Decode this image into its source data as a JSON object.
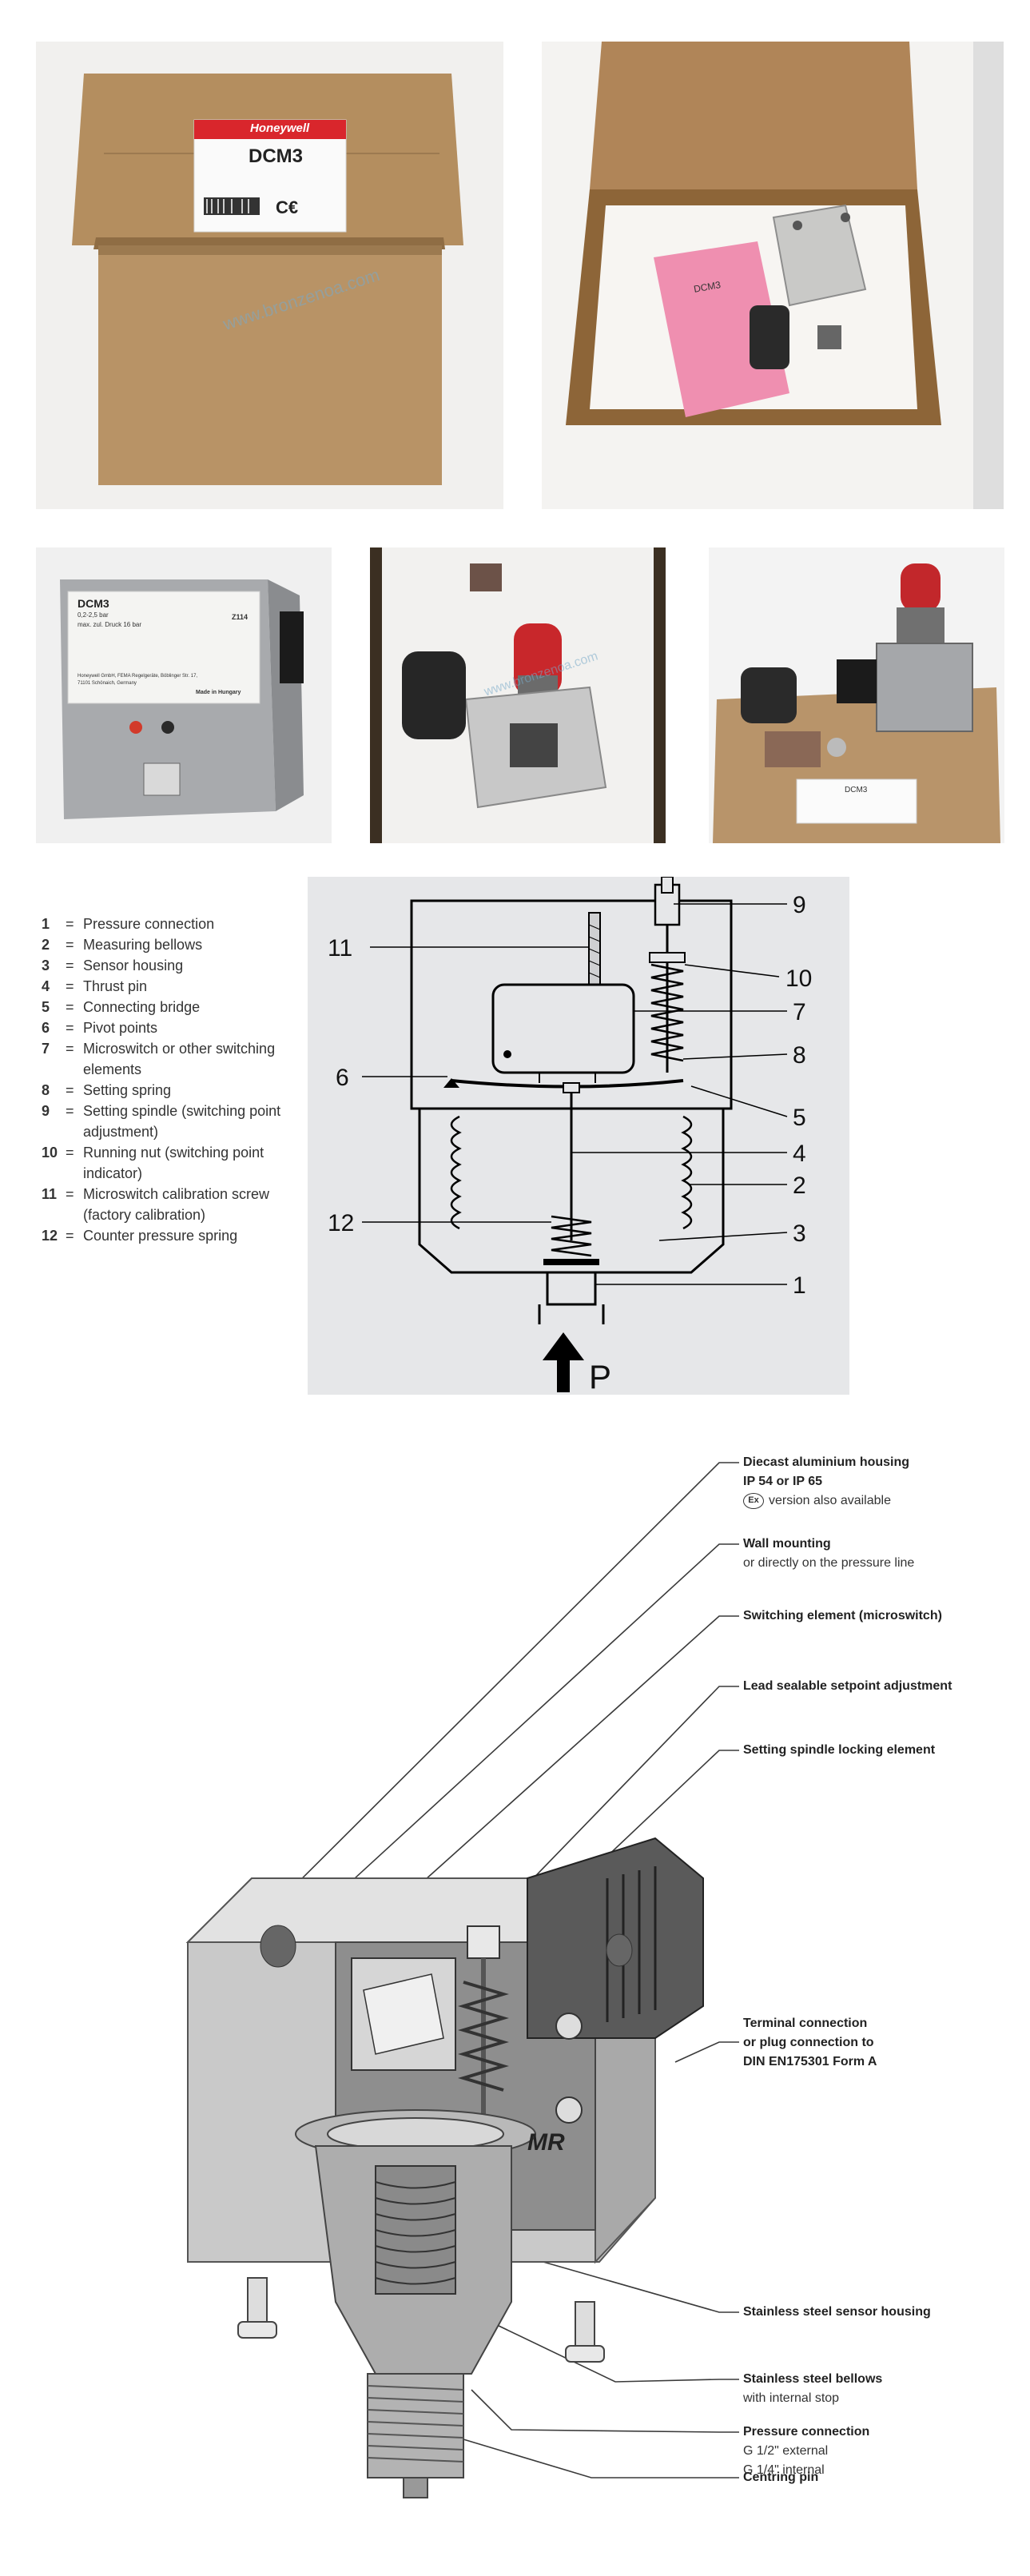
{
  "photos": {
    "box_closed": {
      "brand": "Honeywell",
      "model": "DCM3"
    },
    "box_open": {
      "model": "DCM3"
    },
    "device_label": {
      "model": "DCM3",
      "range": "0,2-2,5 bar",
      "max_pressure": "max. zul. Druck 16 bar",
      "code": "Z114",
      "maker_1": "Honeywell GmbH, FEMA Regelgeräte, Böblinger Str. 17,",
      "maker_2": "71101 Schönaich, Germany",
      "origin": "Made in Hungary"
    },
    "box_lid": {
      "model": "DCM3"
    },
    "watermark": "www.bronzenoa.com"
  },
  "legend": [
    {
      "num": "1",
      "text": "Pressure connection"
    },
    {
      "num": "2",
      "text": "Measuring bellows"
    },
    {
      "num": "3",
      "text": "Sensor housing"
    },
    {
      "num": "4",
      "text": "Thrust pin"
    },
    {
      "num": "5",
      "text": "Connecting bridge"
    },
    {
      "num": "6",
      "text": "Pivot points"
    },
    {
      "num": "7",
      "text": "Microswitch or other switching elements"
    },
    {
      "num": "8",
      "text": "Setting spring"
    },
    {
      "num": "9",
      "text": "Setting spindle (switching point adjustment)"
    },
    {
      "num": "10",
      "text": "Running nut (switching point indicator)"
    },
    {
      "num": "11",
      "text": "Microswitch calibration screw (factory calibration)"
    },
    {
      "num": "12",
      "text": "Counter pressure spring"
    }
  ],
  "schematic": {
    "labels": [
      "1",
      "2",
      "3",
      "4",
      "5",
      "6",
      "7",
      "8",
      "9",
      "10",
      "11",
      "12"
    ],
    "pressure": "P"
  },
  "cutaway": {
    "housing": {
      "title": "Diecast aluminium housing",
      "line1": "IP 54 or IP 65",
      "ex_symbol": "Ex",
      "line2": "version also available"
    },
    "wall": {
      "title": "Wall mounting",
      "line1": "or directly on the pressure line"
    },
    "switching": {
      "title": "Switching element (microswitch)"
    },
    "setpoint": {
      "title": "Lead sealable setpoint adjustment"
    },
    "spindle": {
      "title": "Setting spindle locking element"
    },
    "terminal": {
      "title1": "Terminal connection",
      "title2": "or plug connection to",
      "title3": "DIN EN175301 Form A"
    },
    "sensor": {
      "title": "Stainless steel sensor housing"
    },
    "bellows": {
      "title": "Stainless steel bellows",
      "line1": "with internal stop"
    },
    "pressure": {
      "title": "Pressure connection",
      "line1": "G 1/2\" external",
      "line2": "G 1/4\" internal"
    },
    "centring": {
      "title": "Centring pin"
    },
    "plate_text": "MR"
  }
}
